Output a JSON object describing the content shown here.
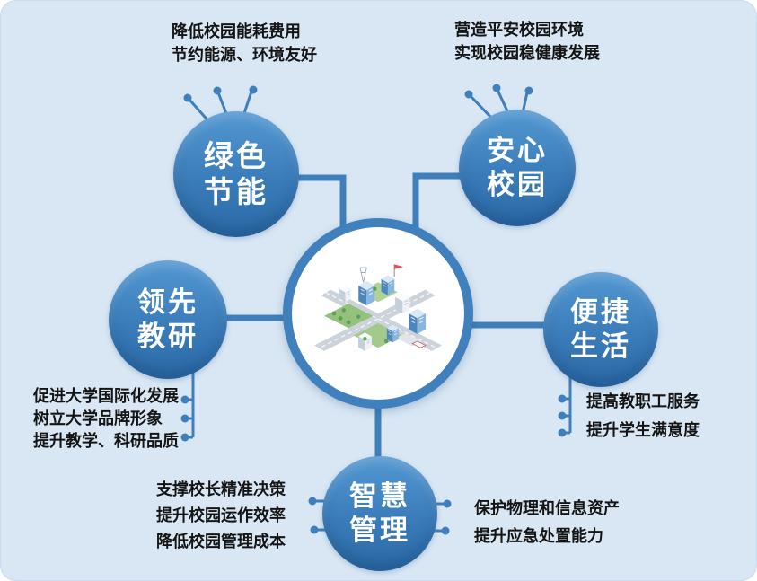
{
  "nodes": {
    "green_energy": [
      "绿色",
      "节能"
    ],
    "safe_campus": [
      "安心",
      "校园"
    ],
    "leading_research": [
      "领先",
      "教研"
    ],
    "convenient_life": [
      "便捷",
      "生活"
    ],
    "smart_management": [
      "智慧",
      "管理"
    ]
  },
  "annotations": {
    "green_energy": [
      "降低校园能耗费用",
      "节约能源、环境友好"
    ],
    "safe_campus": [
      "营造平安校园环境",
      "实现校园稳健康发展"
    ],
    "leading_research": [
      "促进大学国际化发展",
      "树立大学品牌形象",
      "提升教学、科研品质"
    ],
    "convenient_life": [
      "提高教职工服务",
      "提升学生满意度"
    ],
    "smart_management_left": [
      "支撑校长精准决策",
      "提升校园运作效率",
      "降低校园管理成本"
    ],
    "smart_management_right": [
      "保护物理和信息资产",
      "提升应急处置能力"
    ]
  },
  "colors": {
    "background": "#d9e7f4",
    "node_gradient_top": "#5398d2",
    "node_gradient_bottom": "#2b69a6",
    "connector": "#3e7fbc",
    "center_ring": "#4080bc",
    "node_text": "#ffffff",
    "annotation_text": "#141414"
  }
}
